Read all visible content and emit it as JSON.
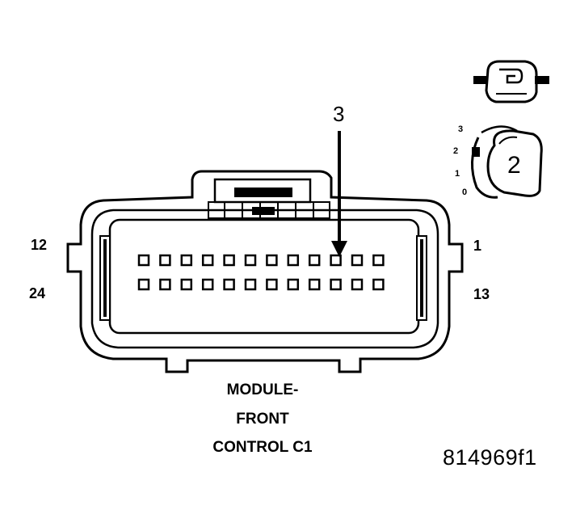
{
  "pin_labels": {
    "top_left": "12",
    "top_right": "1",
    "bottom_left": "24",
    "bottom_right": "13"
  },
  "callouts": {
    "arrow_label": "3",
    "lock_label": "2"
  },
  "lock_positions": [
    "3",
    "2",
    "1",
    "0"
  ],
  "caption": {
    "line1": "MODULE-",
    "line2": "FRONT",
    "line3": "CONTROL C1"
  },
  "figure_id": "814969f1",
  "pins": {
    "rows": 2,
    "per_row": 12
  },
  "colors": {
    "ink": "#000000",
    "paper": "#ffffff"
  }
}
